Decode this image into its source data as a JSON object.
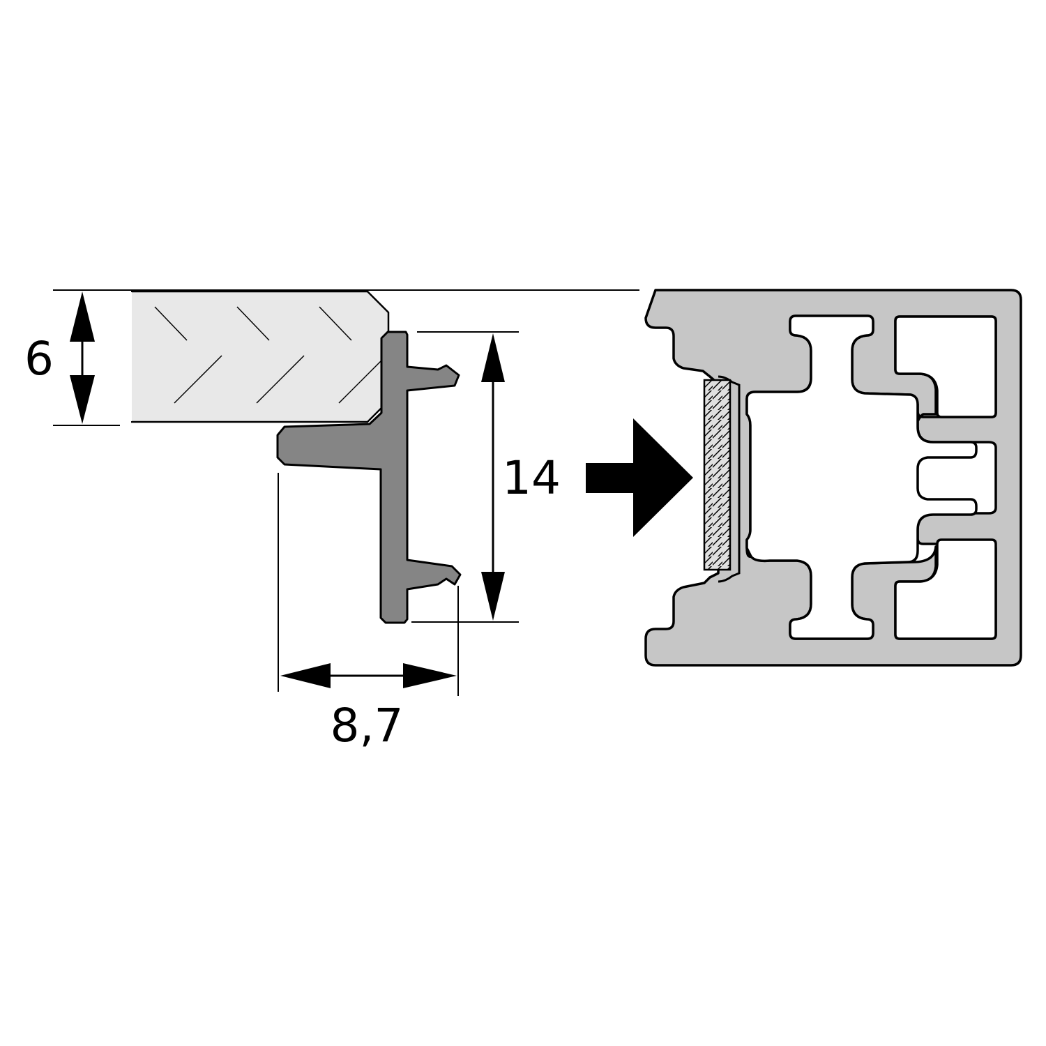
{
  "dimensions": {
    "panel_thickness": "6",
    "profile_height": "14",
    "profile_width": "8,7"
  },
  "colors": {
    "panel_fill": "#e8e8e8",
    "insert_fill": "#858585",
    "extrusion_fill": "#c6c6c6",
    "outline": "#000000",
    "background": "#ffffff"
  },
  "icons": {
    "insertion_direction": "arrow-right-icon",
    "panel_hatch": "glass-hatch-pattern",
    "seal_strip": "hatched-seal-strip"
  }
}
